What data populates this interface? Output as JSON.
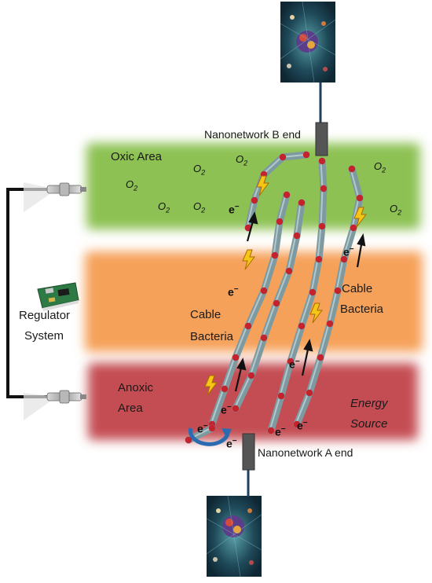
{
  "zones": {
    "oxic": "Oxic Area",
    "anoxic_line1": "Anoxic",
    "anoxic_line2": "Area",
    "energy_line1": "Energy",
    "energy_line2": "Source"
  },
  "cable_bacteria": {
    "left_line1": "Cable",
    "left_line2": "Bacteria",
    "right_line1": "Cable",
    "right_line2": "Bacteria"
  },
  "regulator": {
    "line1": "Regulator",
    "line2": "System"
  },
  "nanonetwork": {
    "b_end": "Nanonetwork  B end",
    "a_end": "Nanonetwork A end"
  },
  "oxygen": {
    "symbol": "O",
    "subscript": "2"
  },
  "electron": {
    "symbol": "e",
    "charge": "−"
  },
  "colors": {
    "oxic": "#8dc152",
    "suboxic": "#f6a15a",
    "anoxic": "#c44e52",
    "bacteria": "#7d9aa0",
    "node": "#c4222c",
    "bolt": "#f5c518"
  }
}
